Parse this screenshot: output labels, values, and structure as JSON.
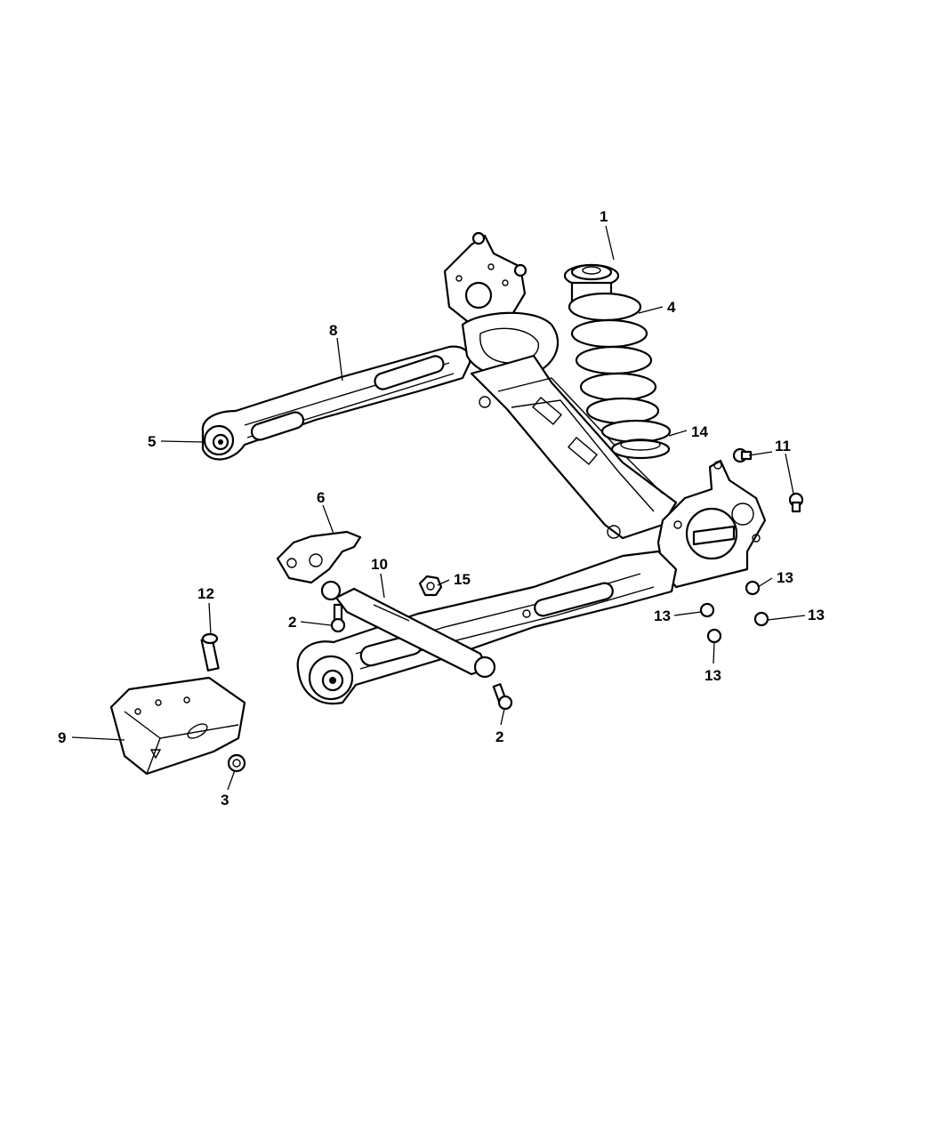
{
  "callouts": [
    {
      "id": "c1",
      "text": "1"
    },
    {
      "id": "c4",
      "text": "4"
    },
    {
      "id": "c8",
      "text": "8"
    },
    {
      "id": "c14",
      "text": "14"
    },
    {
      "id": "c5",
      "text": "5"
    },
    {
      "id": "c11",
      "text": "11"
    },
    {
      "id": "c6",
      "text": "6"
    },
    {
      "id": "c10",
      "text": "10"
    },
    {
      "id": "c15",
      "text": "15"
    },
    {
      "id": "c13a",
      "text": "13"
    },
    {
      "id": "c12",
      "text": "12"
    },
    {
      "id": "c2a",
      "text": "2"
    },
    {
      "id": "c13b",
      "text": "13"
    },
    {
      "id": "c13c",
      "text": "13"
    },
    {
      "id": "c13d",
      "text": "13"
    },
    {
      "id": "c9",
      "text": "9"
    },
    {
      "id": "c2b",
      "text": "2"
    },
    {
      "id": "c3",
      "text": "3"
    }
  ]
}
